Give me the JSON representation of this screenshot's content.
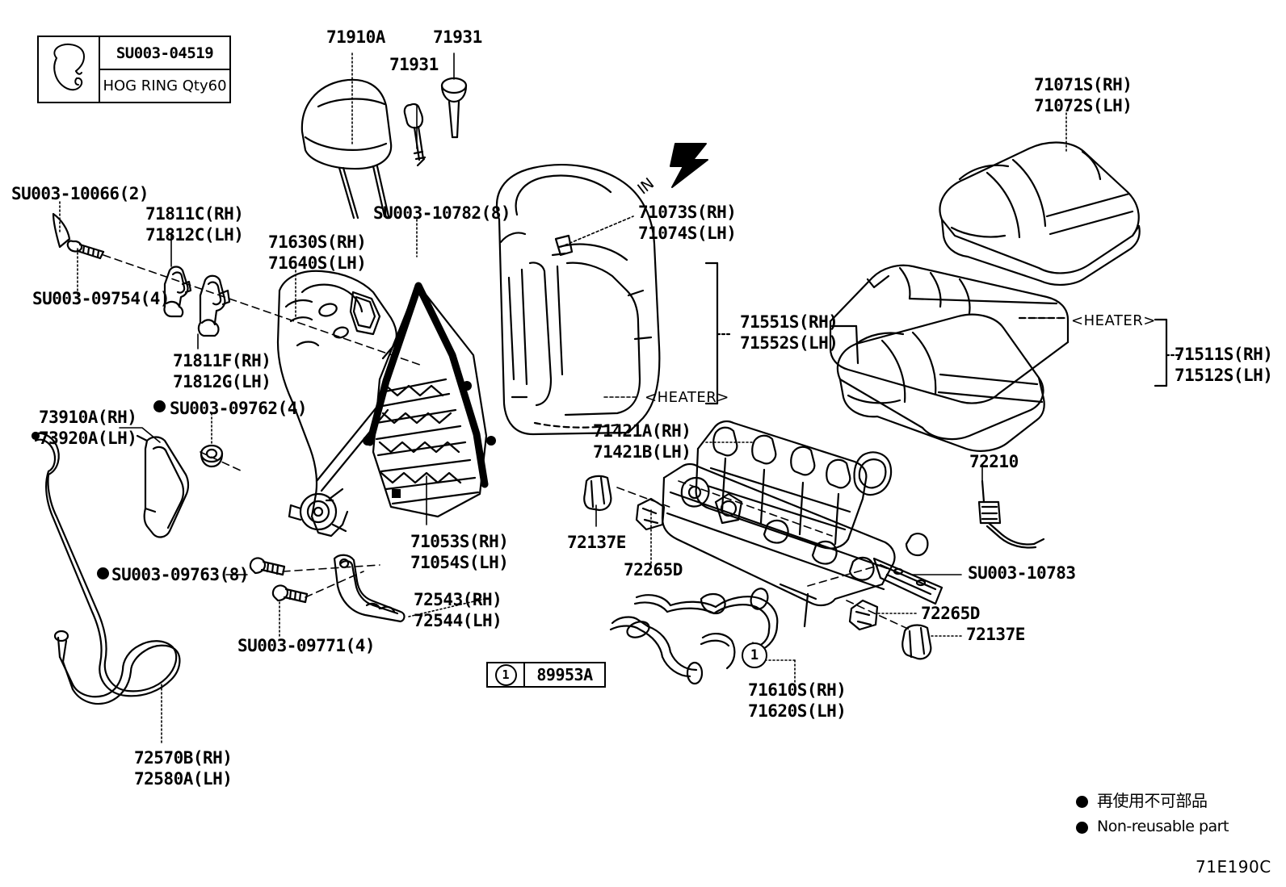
{
  "diagram": {
    "figure_code": "71E190C",
    "direction_marker": "IN"
  },
  "hog_ring_box": {
    "part_number": "SU003-04519",
    "description": "HOG RING Qty60",
    "icon": "hog-ring-icon"
  },
  "reference_box": {
    "callout_number": "1",
    "part_number": "89953A"
  },
  "legend": {
    "japanese": "再使用不可部品",
    "english": "Non-reusable part",
    "marker": "filled-black-circle"
  },
  "labels": [
    {
      "id": "su003-10066",
      "text": "SU003-10066(2)"
    },
    {
      "id": "su003-09754",
      "text": "SU003-09754(4)"
    },
    {
      "id": "71811c-71812c",
      "line1": "71811C(RH)",
      "line2": "71812C(LH)"
    },
    {
      "id": "71811f-71812g",
      "line1": "71811F(RH)",
      "line2": "71812G(LH)"
    },
    {
      "id": "71630s-71640s",
      "line1": "71630S(RH)",
      "line2": "71640S(LH)"
    },
    {
      "id": "su003-09762",
      "text": "SU003-09762(4)",
      "nonreusable": true
    },
    {
      "id": "73910a-73920a",
      "line1": "73910A(RH)",
      "line2": "73920A(LH)"
    },
    {
      "id": "su003-09763",
      "text": "SU003-09763(8)",
      "nonreusable": true
    },
    {
      "id": "su003-09771",
      "text": "SU003-09771(4)"
    },
    {
      "id": "72570b-72580a",
      "line1": "72570B(RH)",
      "line2": "72580A(LH)"
    },
    {
      "id": "71910a",
      "text": "71910A"
    },
    {
      "id": "71931-left",
      "text": "71931"
    },
    {
      "id": "71931-right",
      "text": "71931"
    },
    {
      "id": "su003-10782",
      "text": "SU003-10782(8)"
    },
    {
      "id": "71073s-71074s",
      "line1": "71073S(RH)",
      "line2": "71074S(LH)"
    },
    {
      "id": "71551s-71552s",
      "line1": "71551S(RH)",
      "line2": "71552S(LH)"
    },
    {
      "id": "71053s-71054s",
      "line1": "71053S(RH)",
      "line2": "71054S(LH)"
    },
    {
      "id": "72543-72544",
      "line1": "72543(RH)",
      "line2": "72544(LH)"
    },
    {
      "id": "71421a-71421b",
      "line1": "71421A(RH)",
      "line2": "71421B(LH)"
    },
    {
      "id": "72137e-left",
      "text": "72137E"
    },
    {
      "id": "72265d-left",
      "text": "72265D"
    },
    {
      "id": "72210",
      "text": "72210"
    },
    {
      "id": "su003-10783",
      "text": "SU003-10783"
    },
    {
      "id": "72265d-right",
      "text": "72265D"
    },
    {
      "id": "72137e-right",
      "text": "72137E"
    },
    {
      "id": "71610s-71620s",
      "line1": "71610S(RH)",
      "line2": "71620S(LH)"
    },
    {
      "id": "71071s-71072s",
      "line1": "71071S(RH)",
      "line2": "71072S(LH)"
    },
    {
      "id": "71511s-71512s",
      "line1": "71511S(RH)",
      "line2": "71512S(LH)"
    },
    {
      "id": "heater-back",
      "text": "<HEATER>"
    },
    {
      "id": "heater-cushion",
      "text": "<HEATER>"
    }
  ]
}
